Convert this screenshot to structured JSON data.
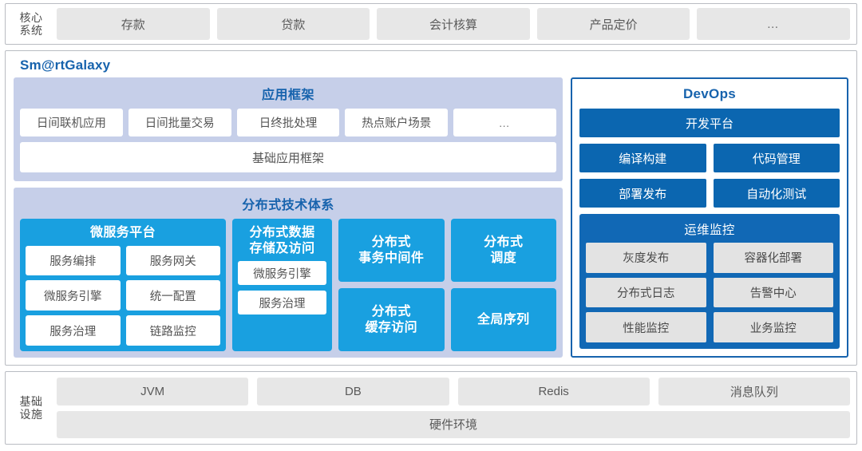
{
  "core_system": {
    "label_line1": "核心",
    "label_line2": "系统",
    "items": [
      {
        "label": "存款"
      },
      {
        "label": "贷款"
      },
      {
        "label": "会计核算"
      },
      {
        "label": "产品定价"
      },
      {
        "label": "…"
      }
    ]
  },
  "galaxy": {
    "title": "Sm@rtGalaxy",
    "app_framework": {
      "title": "应用框架",
      "chips": [
        {
          "label": "日间联机应用"
        },
        {
          "label": "日间批量交易"
        },
        {
          "label": "日终批处理"
        },
        {
          "label": "热点账户场景"
        },
        {
          "label": "…"
        }
      ],
      "base": "基础应用框架"
    },
    "distributed": {
      "title": "分布式技术体系",
      "microservice": {
        "title": "微服务平台",
        "rows": [
          [
            {
              "label": "服务编排"
            },
            {
              "label": "服务网关"
            }
          ],
          [
            {
              "label": "微服务引擎"
            },
            {
              "label": "统一配置"
            }
          ],
          [
            {
              "label": "服务治理"
            },
            {
              "label": "链路监控"
            }
          ]
        ]
      },
      "data_storage": {
        "title_line1": "分布式数据",
        "title_line2": "存储及访问",
        "chips": [
          {
            "label": "微服务引擎"
          },
          {
            "label": "服务治理"
          }
        ]
      },
      "stack_col1": [
        {
          "line1": "分布式",
          "line2": "事务中间件"
        },
        {
          "line1": "分布式",
          "line2": "缓存访问"
        }
      ],
      "stack_col2": [
        {
          "line1": "分布式",
          "line2": "调度"
        },
        {
          "line1": "全局序列",
          "line2": ""
        }
      ]
    }
  },
  "devops": {
    "title": "DevOps",
    "platform": "开发平台",
    "rows": [
      [
        {
          "label": "编译构建"
        },
        {
          "label": "代码管理"
        }
      ],
      [
        {
          "label": "部署发布"
        },
        {
          "label": "自动化测试"
        }
      ]
    ],
    "ops": {
      "title": "运维监控",
      "rows": [
        [
          {
            "label": "灰度发布"
          },
          {
            "label": "容器化部署"
          }
        ],
        [
          {
            "label": "分布式日志"
          },
          {
            "label": "告警中心"
          }
        ],
        [
          {
            "label": "性能监控"
          },
          {
            "label": "业务监控"
          }
        ]
      ]
    }
  },
  "infrastructure": {
    "label_line1": "基础",
    "label_line2": "设施",
    "items": [
      {
        "label": "JVM"
      },
      {
        "label": "DB"
      },
      {
        "label": "Redis"
      },
      {
        "label": "消息队列"
      }
    ],
    "hardware": "硬件环境"
  },
  "colors": {
    "accent_blue": "#19a0e0",
    "navy_blue": "#0b66b0",
    "title_blue": "#1763ad",
    "lavender": "#c6cfe9",
    "gray_chip": "#e7e7e7"
  }
}
